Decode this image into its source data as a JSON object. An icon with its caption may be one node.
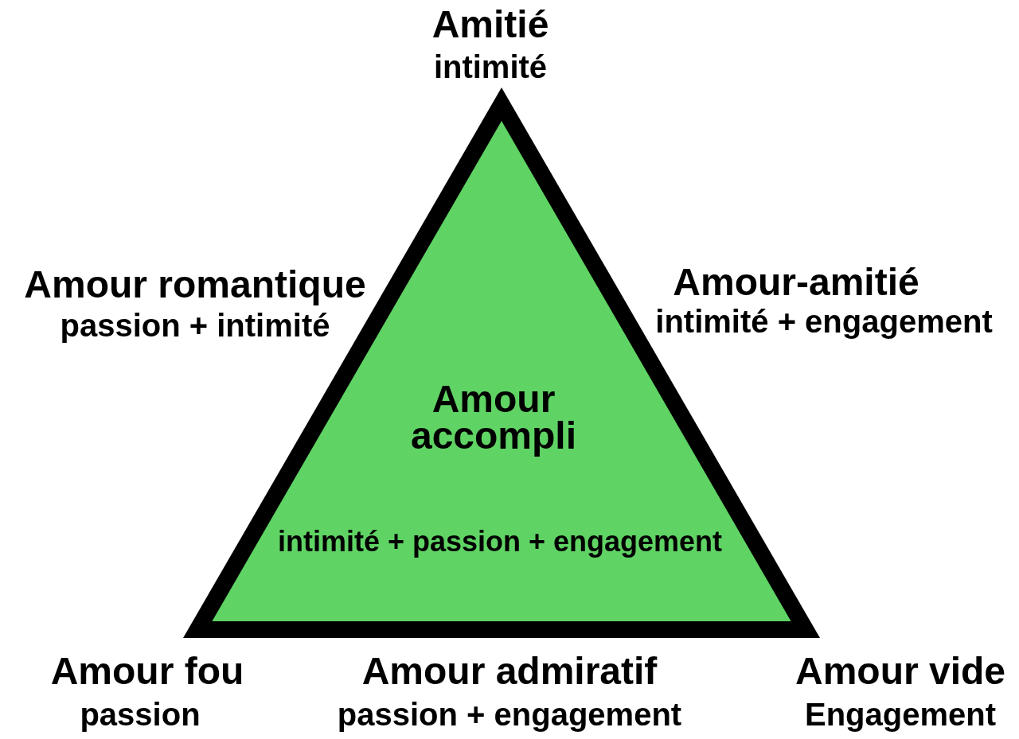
{
  "diagram": {
    "nodes": [
      {
        "text": [
          "Amour accompli",
          "intimité + passion + engagement"
        ]
      }
    ],
    "labels": [
      "Amitié",
      "intimité",
      "Amour romantique",
      "passion + intimité",
      "Amour-amitié",
      "intimité + engagement",
      "Amour fou",
      "passion",
      "Amour admiratif",
      "passion + engagement",
      "Amour vide",
      "Engagement"
    ]
  }
}
